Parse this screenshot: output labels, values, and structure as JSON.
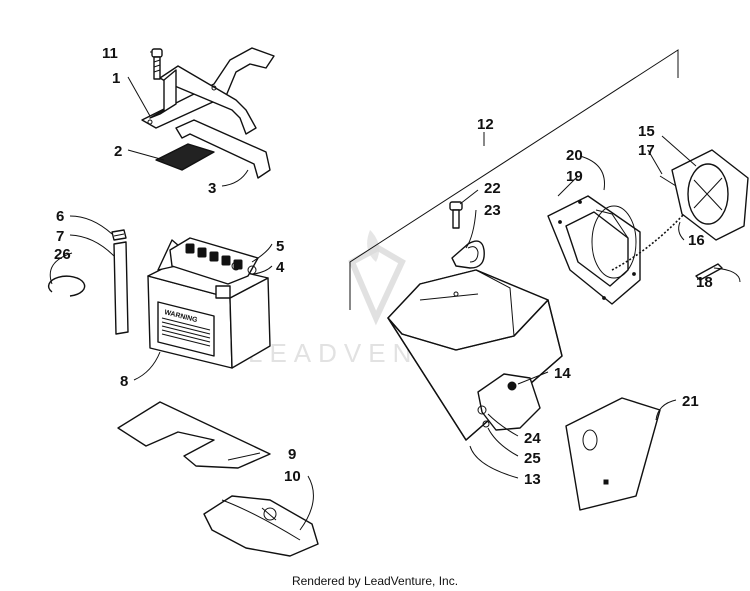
{
  "watermark": {
    "text": "LEADVENTURE"
  },
  "footer": {
    "text": "Rendered by LeadVenture, Inc."
  },
  "battery": {
    "warning_label": "WARNING"
  },
  "callouts": {
    "c1": "1",
    "c2": "2",
    "c3": "3",
    "c4": "4",
    "c5": "5",
    "c6": "6",
    "c7": "7",
    "c8": "8",
    "c9": "9",
    "c10": "10",
    "c11": "11",
    "c12": "12",
    "c13": "13",
    "c14": "14",
    "c15": "15",
    "c16": "16",
    "c17": "17",
    "c18": "18",
    "c19": "19",
    "c20": "20",
    "c21": "21",
    "c22": "22",
    "c23": "23",
    "c24": "24",
    "c25": "25",
    "c26": "26"
  }
}
